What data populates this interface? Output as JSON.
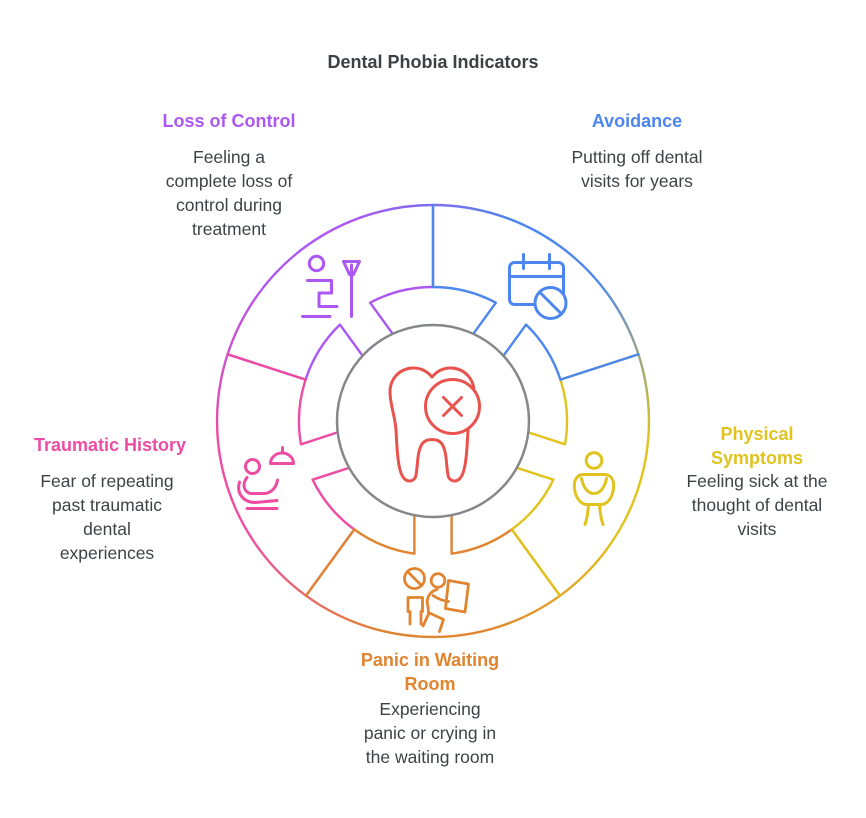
{
  "title": "Dental Phobia Indicators",
  "colors": {
    "blue": "#4c86ee",
    "yellow": "#e0c31d",
    "orange": "#e0842f",
    "pink": "#ec4da3",
    "purple": "#ad57f2",
    "red": "#e8534e",
    "gray": "#85878a",
    "text": "#3f4347",
    "background": "#ffffff"
  },
  "center": {
    "icon": "tooth-cancel-icon"
  },
  "segments": [
    {
      "id": "avoidance",
      "label": "Avoidance",
      "description": "Putting off dental\nvisits for years",
      "color": "#4c86ee",
      "icon": "calendar-cancel-icon"
    },
    {
      "id": "physical-symptoms",
      "label": "Physical\nSymptoms",
      "description": "Feeling sick at the\nthought of dental\nvisits",
      "color": "#e0c31d",
      "icon": "nauseous-person-icon"
    },
    {
      "id": "panic-in-waiting-room",
      "label": "Panic in Waiting\nRoom",
      "description": "Experiencing\npanic or crying in\nthe waiting room",
      "color": "#e0842f",
      "icon": "waiting-room-panic-icon"
    },
    {
      "id": "traumatic-history",
      "label": "Traumatic History",
      "description": "Fear of repeating\npast traumatic\ndental\nexperiences",
      "color": "#ec4da3",
      "icon": "dental-chair-lamp-icon"
    },
    {
      "id": "loss-of-control",
      "label": "Loss of Control",
      "description": "Feeling a\ncomplete loss of\ncontrol during\ntreatment",
      "color": "#ad57f2",
      "icon": "patient-treatment-icon"
    }
  ]
}
